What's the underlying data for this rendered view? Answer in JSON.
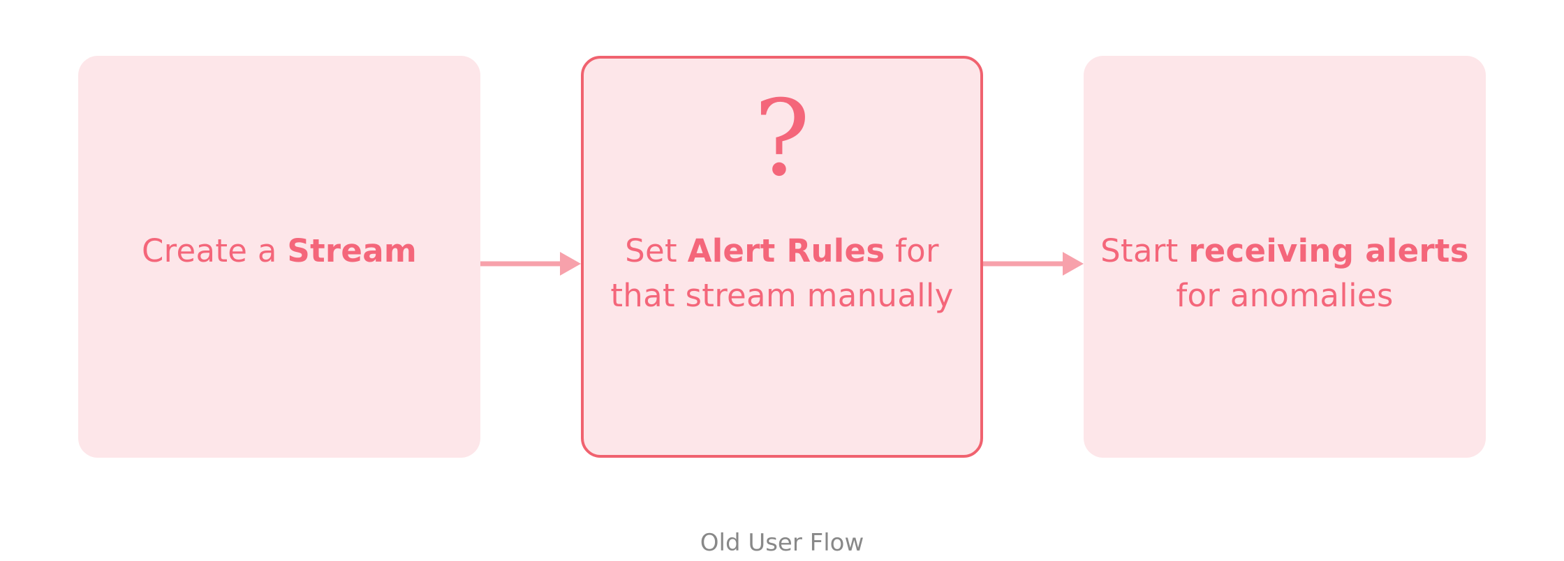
{
  "flow": {
    "steps": [
      {
        "text_before": "Create a ",
        "bold": "Stream",
        "text_after": "",
        "line2": ""
      },
      {
        "text_before": "Set ",
        "bold": "Alert Rules",
        "text_after": " for",
        "line2": "that stream manually",
        "marker": "?"
      },
      {
        "text_before": "Start ",
        "bold": "receiving alerts",
        "text_after": "",
        "line2": "for anomalies"
      }
    ]
  },
  "caption": "Old User Flow",
  "colors": {
    "box_fill": "#fde6e9",
    "accent": "#f4667a",
    "highlight_border": "#f0626f",
    "arrow": "#f7a1ab",
    "caption": "#888888"
  }
}
